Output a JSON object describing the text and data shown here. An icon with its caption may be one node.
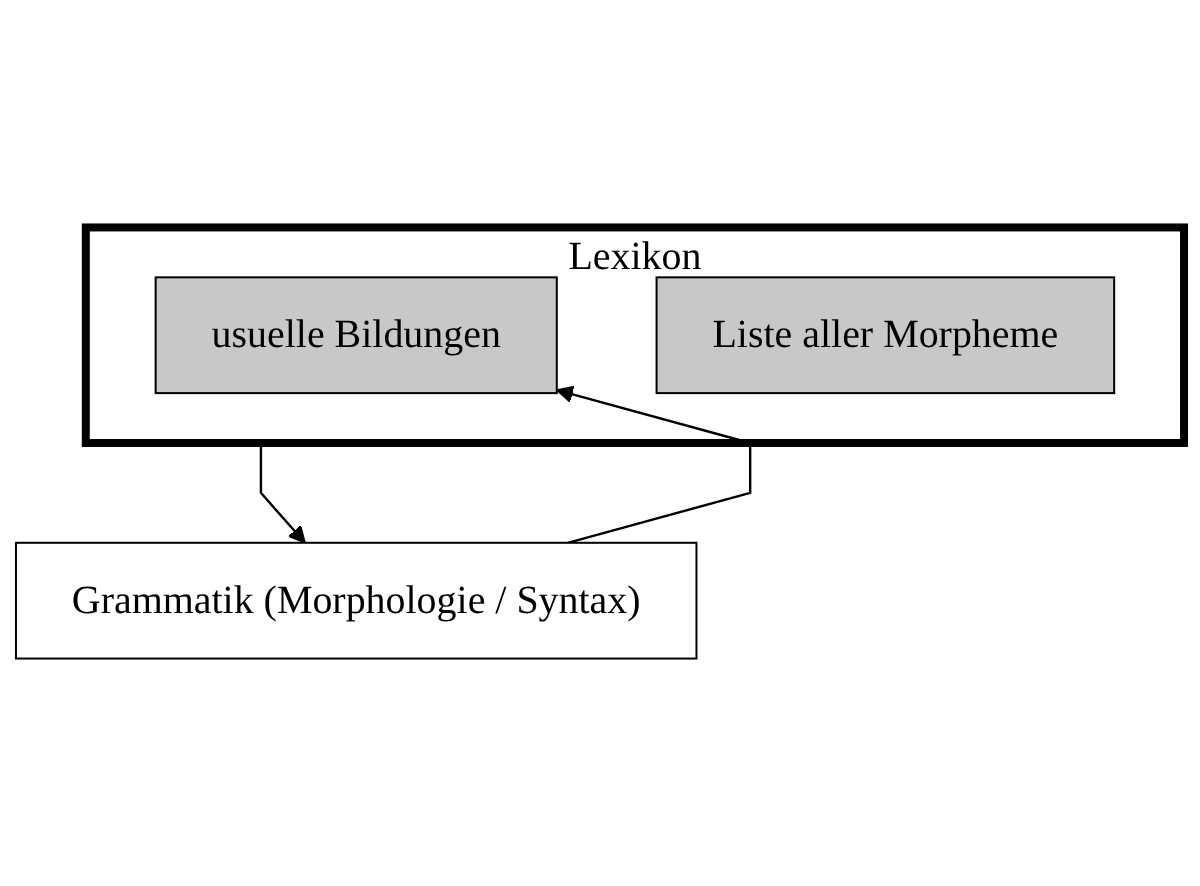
{
  "diagram": {
    "nodes": [
      {
        "text": [
          "Lexikon"
        ]
      },
      {
        "text": [
          "usuelle Bildungen"
        ],
        "in": 0
      },
      {
        "text": [
          "Liste aller Morpheme"
        ],
        "in": 0
      },
      {
        "text": [
          "Grammatik (Morphologie / Syntax)"
        ]
      }
    ],
    "edges": [
      {
        "from": 3,
        "to": 1,
        "arrow": "to"
      },
      {
        "from": 0,
        "to": 3,
        "arrow": "to"
      }
    ]
  }
}
